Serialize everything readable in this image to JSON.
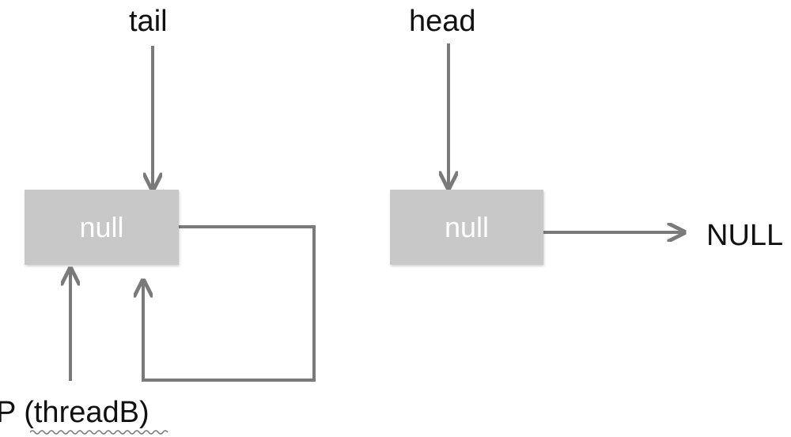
{
  "labels": {
    "tail": "tail",
    "head": "head",
    "null_end": "NULL",
    "p_thread": "P (threadB)"
  },
  "nodes": {
    "left_value": "null",
    "right_value": "null"
  },
  "colors": {
    "node_fill": "#c8c8c8",
    "arrow": "#7a7a7a",
    "text": "#111111",
    "node_text": "#ffffff",
    "spellcheck_underline": "#7a7a7a"
  }
}
